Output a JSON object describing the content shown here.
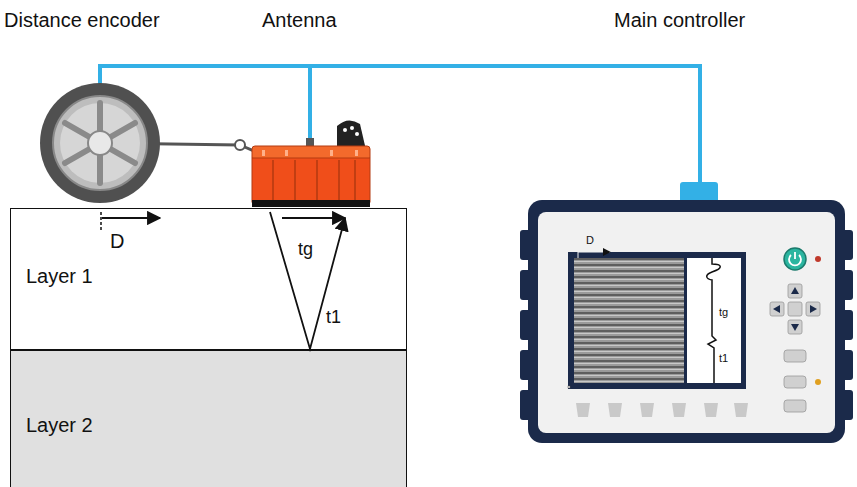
{
  "diagram": {
    "nodes": [
      {
        "text": [
          "Layer 1"
        ]
      },
      {
        "text": [
          "Layer 2"
        ]
      }
    ],
    "labels": [
      "Distance encoder",
      "Antenna",
      "Main controller",
      "D",
      "tg",
      "t1",
      "D",
      "tg",
      "t1"
    ]
  }
}
